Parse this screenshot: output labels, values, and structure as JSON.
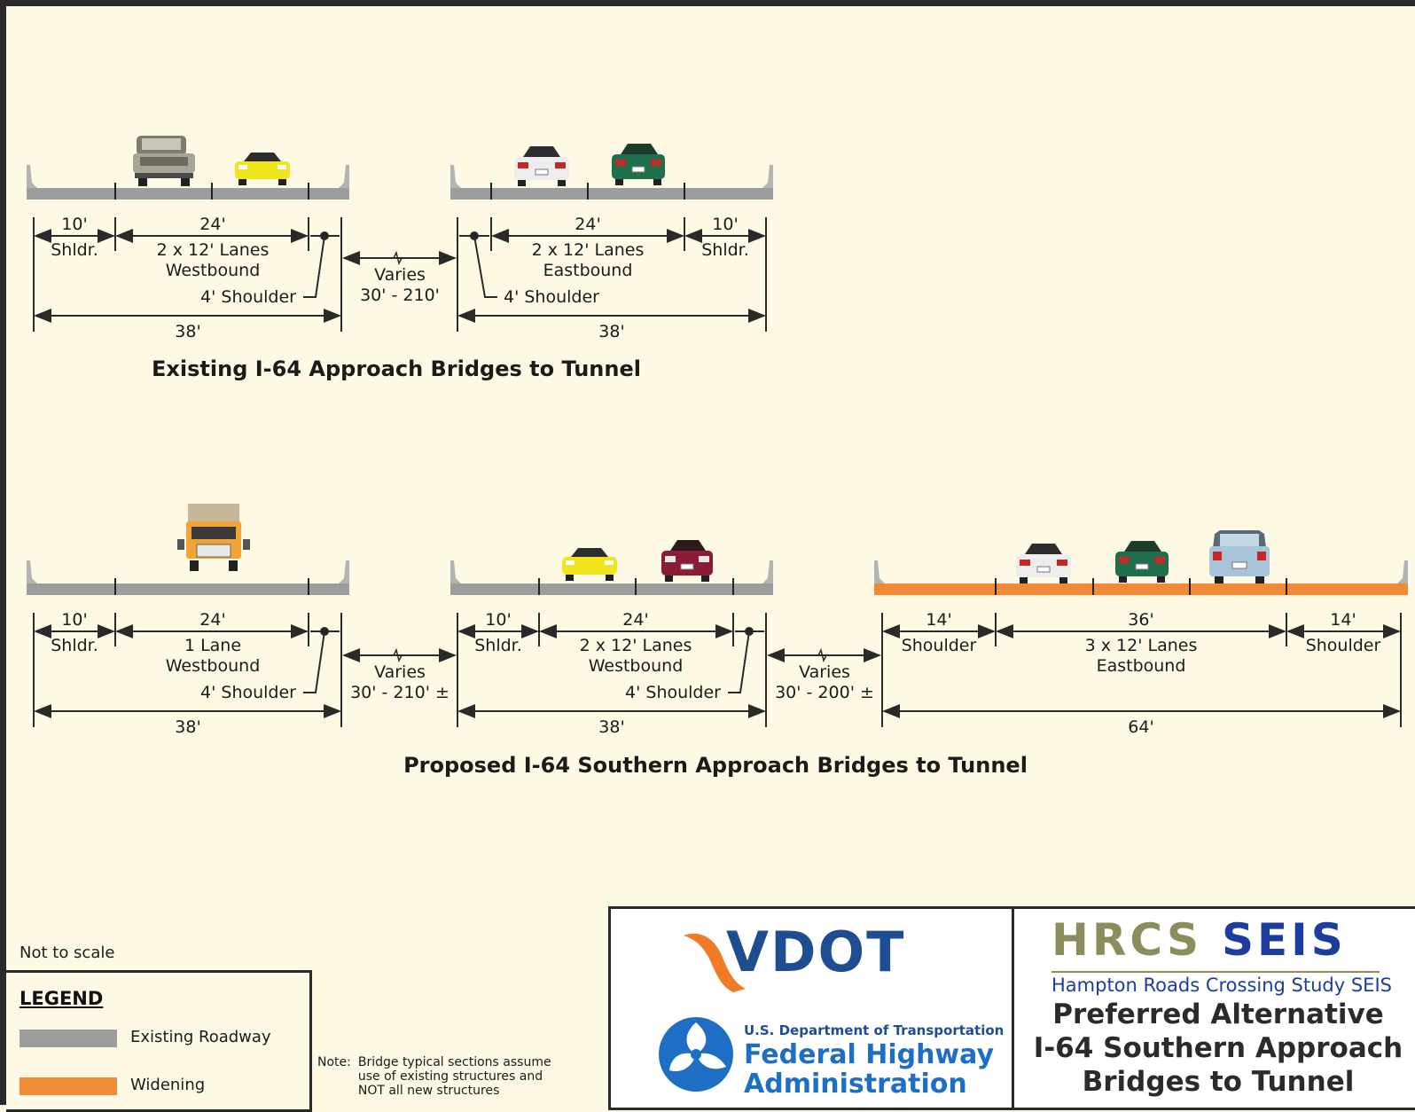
{
  "sections": [
    {
      "title": "Existing I-64 Approach Bridges to Tunnel",
      "left_bridge": {
        "shoulder_dim": "10'",
        "shoulder_label": "Shldr.",
        "lanes_dim": "24'",
        "lanes_line1": "2 x 12' Lanes",
        "lanes_line2": "Westbound",
        "inner_shoulder": "4' Shoulder",
        "total": "38'"
      },
      "gap": {
        "line1": "Varies",
        "line2": "30' - 210'"
      },
      "right_bridge": {
        "lanes_dim": "24'",
        "lanes_line1": "2 x 12' Lanes",
        "lanes_line2": "Eastbound",
        "shoulder_dim": "10'",
        "shoulder_label": "Shldr.",
        "inner_shoulder": "4' Shoulder",
        "total": "38'"
      }
    },
    {
      "title": "Proposed I-64 Southern Approach Bridges to Tunnel",
      "left_bridge": {
        "shoulder_dim": "10'",
        "shoulder_label": "Shldr.",
        "lanes_dim": "24'",
        "lanes_line1": "1 Lane",
        "lanes_line2": "Westbound",
        "inner_shoulder": "4' Shoulder",
        "total": "38'"
      },
      "gap1": {
        "line1": "Varies",
        "line2": "30' - 210' ±"
      },
      "middle_bridge": {
        "shoulder_dim": "10'",
        "shoulder_label": "Shldr.",
        "lanes_dim": "24'",
        "lanes_line1": "2 x 12' Lanes",
        "lanes_line2": "Westbound",
        "inner_shoulder": "4' Shoulder",
        "total": "38'"
      },
      "gap2": {
        "line1": "Varies",
        "line2": "30' - 200' ±"
      },
      "right_bridge": {
        "left_shoulder_dim": "14'",
        "left_shoulder_label": "Shoulder",
        "lanes_dim": "36'",
        "lanes_line1": "3 x 12' Lanes",
        "lanes_line2": "Eastbound",
        "right_shoulder_dim": "14'",
        "right_shoulder_label": "Shoulder",
        "total": "64'"
      }
    }
  ],
  "not_to_scale": "Not to scale",
  "legend": {
    "title": "LEGEND",
    "items": [
      {
        "label": "Existing Roadway",
        "color": "#9d9d9d"
      },
      {
        "label": "Widening",
        "color": "#f08a37"
      }
    ]
  },
  "note": {
    "label": "Note:",
    "lines": [
      "Bridge typical sections assume",
      "use of existing structures and",
      "NOT all new structures"
    ]
  },
  "logos": {
    "vdot": "VDOT",
    "fhwa_department": "U.S. Department of Transportation",
    "fhwa_name_line1": "Federal Highway",
    "fhwa_name_line2": "Administration"
  },
  "title_block": {
    "hrcs": "HRCS",
    "seis": "SEIS",
    "study": "Hampton Roads Crossing Study SEIS",
    "line1": "Preferred Alternative",
    "line2": "I-64 Southern Approach",
    "line3": "Bridges to Tunnel"
  },
  "colors": {
    "existing_roadway": "#9d9d9d",
    "widening": "#f08a37",
    "vdot_orange": "#f07a26",
    "vdot_blue": "#1e4d91",
    "hrcs_olive": "#8b8d5c",
    "seis_blue": "#1c3d9c"
  },
  "vehicles": [
    "gray-pickup-icon",
    "yellow-car-icon",
    "white-car-icon",
    "green-car-icon",
    "orange-truck-icon",
    "yellow-car-icon",
    "red-car-icon",
    "white-car-icon",
    "green-car-icon",
    "blue-suv-icon"
  ]
}
